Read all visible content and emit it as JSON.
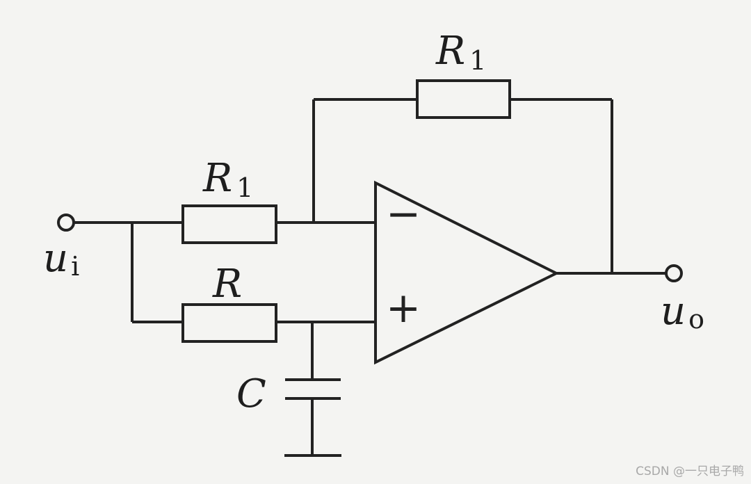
{
  "labels": {
    "feedback_resistor": {
      "symbol": "R",
      "subscript": "1"
    },
    "input_resistor": {
      "symbol": "R",
      "subscript": "1"
    },
    "series_resistor": {
      "symbol": "R"
    },
    "capacitor": {
      "symbol": "C"
    },
    "input_terminal": {
      "symbol": "u",
      "subscript": "i"
    },
    "output_terminal": {
      "symbol": "u",
      "subscript": "o"
    }
  },
  "opamp": {
    "inverting_sign": "−",
    "noninverting_sign": "+"
  },
  "watermark": "CSDN @一只电子鸭"
}
